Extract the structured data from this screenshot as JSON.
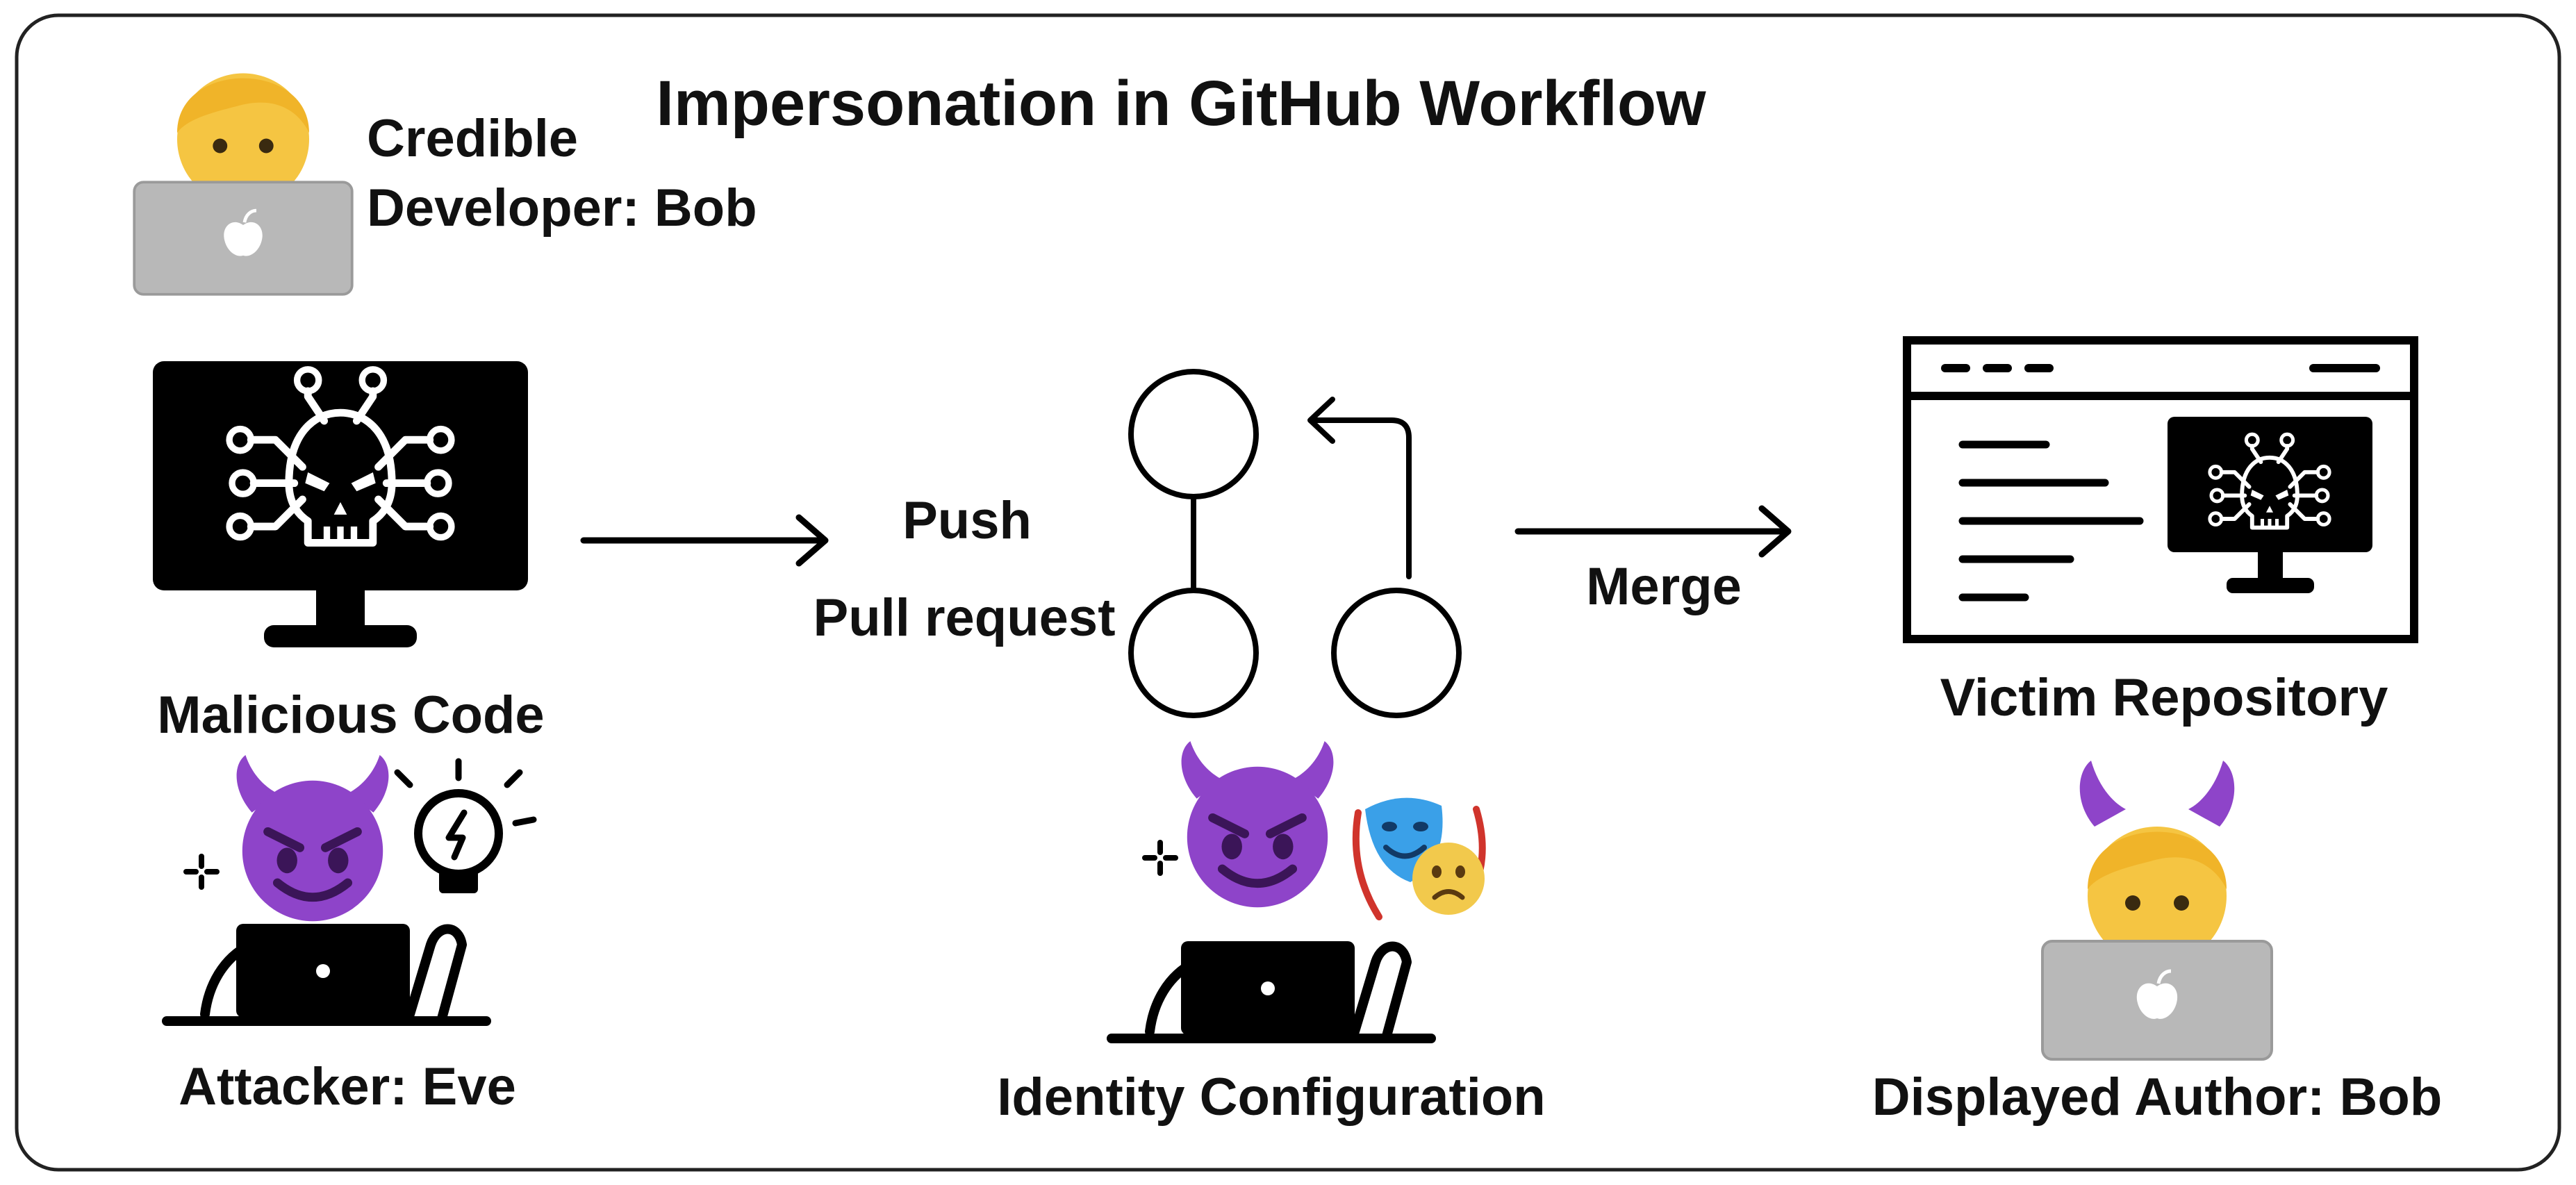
{
  "title": "Impersonation in GitHub Workflow",
  "labels": {
    "credible_developer": [
      "Credible",
      "Developer: Bob"
    ],
    "malicious_code": "Malicious Code",
    "attacker": "Attacker: Eve",
    "push": "Push",
    "pull_request": "Pull request",
    "merge": "Merge",
    "identity_configuration": "Identity Configuration",
    "victim_repository": "Victim Repository",
    "displayed_author": "Displayed Author: Bob"
  },
  "colors": {
    "frame": "#222222",
    "ink": "#000000",
    "devil": "#8e44c9",
    "devil_dark": "#6d2fa3",
    "skin": "#f5c542",
    "hair": "#f0b429",
    "laptop_gray": "#b8b8b8",
    "shirt_blue": "#2f4fbf",
    "mask_blue": "#3aa0e8",
    "mask_yellow": "#f2c94c",
    "ribbon_red": "#d0342c"
  },
  "icons": {
    "developer": "developer-with-laptop-icon",
    "malware_monitor": "skull-circuit-monitor-icon",
    "attacker": "devil-hacker-laptop-icon",
    "branch_graph": "git-branch-graph-icon",
    "masks": "theater-masks-icon",
    "repository": "browser-window-repository-icon",
    "displayed_author": "devil-horned-developer-icon"
  }
}
